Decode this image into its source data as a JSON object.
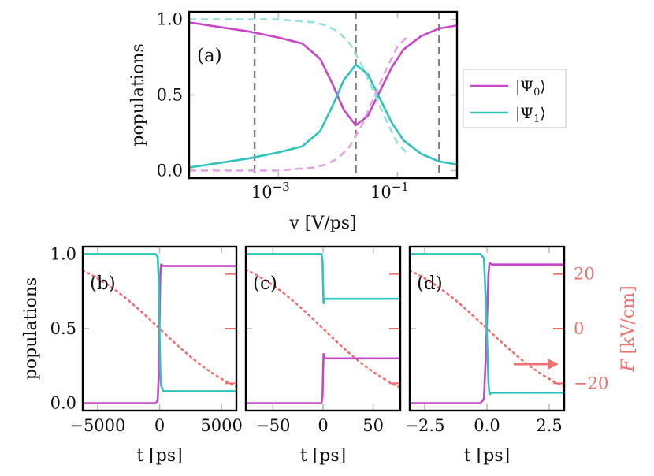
{
  "colors": {
    "psi0": "#c846c8",
    "psi1": "#2ec4bc",
    "psi0_light": "#e3a3e3",
    "psi1_light": "#97e0dc",
    "field": "#f07070",
    "vline": "#7a7a7a"
  },
  "chart_data": [
    {
      "id": "a",
      "type": "line",
      "panel_label": "(a)",
      "xlabel": "v [V/ps]",
      "ylabel": "populations",
      "xscale": "log",
      "xlim_log10": [
        -4.5,
        0.0
      ],
      "ylim": [
        -0.05,
        1.05
      ],
      "xticks": [
        {
          "exp": -3,
          "label_base": "10",
          "label_exp": "−3"
        },
        {
          "exp": -1,
          "label_base": "10",
          "label_exp": "−1"
        }
      ],
      "yticks": [
        {
          "value": 0.0,
          "label": "0.0"
        },
        {
          "value": 0.5,
          "label": "0.5"
        },
        {
          "value": 1.0,
          "label": "1.0"
        }
      ],
      "vlines_log10": [
        -3.4,
        -1.7,
        -0.3
      ],
      "legend": {
        "position": "outside-right",
        "entries": [
          {
            "series": "psi0",
            "label_main": "|Ψ",
            "label_sub": "0",
            "label_end": "⟩"
          },
          {
            "series": "psi1",
            "label_main": "|Ψ",
            "label_sub": "1",
            "label_end": "⟩"
          }
        ]
      },
      "series": [
        {
          "key": "psi0",
          "style": "solid",
          "x_log10": [
            -4.5,
            -4.0,
            -3.5,
            -3.0,
            -2.6,
            -2.3,
            -2.1,
            -1.9,
            -1.7,
            -1.5,
            -1.3,
            -1.1,
            -0.9,
            -0.6,
            -0.3,
            0.0
          ],
          "y": [
            0.98,
            0.95,
            0.92,
            0.88,
            0.84,
            0.74,
            0.58,
            0.4,
            0.3,
            0.36,
            0.52,
            0.68,
            0.8,
            0.89,
            0.94,
            0.96
          ]
        },
        {
          "key": "psi1",
          "style": "solid",
          "x_log10": [
            -4.5,
            -4.0,
            -3.5,
            -3.0,
            -2.6,
            -2.3,
            -2.1,
            -1.9,
            -1.7,
            -1.5,
            -1.3,
            -1.1,
            -0.9,
            -0.6,
            -0.3,
            0.0
          ],
          "y": [
            0.02,
            0.05,
            0.08,
            0.12,
            0.16,
            0.26,
            0.42,
            0.6,
            0.7,
            0.64,
            0.48,
            0.32,
            0.2,
            0.11,
            0.06,
            0.04
          ]
        },
        {
          "key": "psi0_adiabatic",
          "style": "dashed",
          "x_log10": [
            -4.5,
            -3.0,
            -2.4,
            -2.2,
            -2.0,
            -1.8,
            -1.6,
            -1.4,
            -1.2,
            -1.0,
            -0.8
          ],
          "y": [
            0.0,
            0.0,
            0.02,
            0.04,
            0.08,
            0.16,
            0.3,
            0.48,
            0.66,
            0.82,
            0.9
          ]
        },
        {
          "key": "psi1_adiabatic",
          "style": "dashed",
          "x_log10": [
            -4.5,
            -3.0,
            -2.4,
            -2.2,
            -2.0,
            -1.8,
            -1.6,
            -1.4,
            -1.2,
            -1.0,
            -0.8
          ],
          "y": [
            1.0,
            1.0,
            0.98,
            0.96,
            0.92,
            0.84,
            0.7,
            0.52,
            0.34,
            0.18,
            0.1
          ]
        }
      ]
    },
    {
      "id": "b",
      "type": "line",
      "panel_label": "(b)",
      "xlabel": "t [ps]",
      "ylabel": "populations",
      "xlim": [
        -6200,
        6200
      ],
      "ylim": [
        -0.05,
        1.05
      ],
      "xticks": [
        {
          "value": -5000,
          "label": "−5000"
        },
        {
          "value": 0,
          "label": "0"
        },
        {
          "value": 5000,
          "label": "5000"
        }
      ],
      "yticks": [
        {
          "value": 0.0,
          "label": "0.0"
        },
        {
          "value": 0.5,
          "label": "0.5"
        },
        {
          "value": 1.0,
          "label": "1.0"
        }
      ],
      "field_scale": 7000,
      "series": [
        {
          "key": "psi0",
          "x": [
            -6200,
            -300,
            -150,
            -60,
            0,
            60,
            120,
            300,
            6200
          ],
          "y": [
            0.0,
            0.0,
            0.02,
            0.2,
            0.55,
            0.86,
            0.93,
            0.92,
            0.92
          ]
        },
        {
          "key": "psi1",
          "x": [
            -6200,
            -300,
            -150,
            -60,
            0,
            60,
            120,
            300,
            6200
          ],
          "y": [
            1.0,
            1.0,
            0.98,
            0.8,
            0.45,
            0.22,
            0.12,
            0.08,
            0.08
          ]
        }
      ]
    },
    {
      "id": "c",
      "type": "line",
      "panel_label": "(c)",
      "xlabel": "t [ps]",
      "xlim": [
        -77,
        77
      ],
      "ylim": [
        -0.05,
        1.05
      ],
      "xticks": [
        {
          "value": -50,
          "label": "−50"
        },
        {
          "value": 0,
          "label": "0"
        },
        {
          "value": 50,
          "label": "50"
        }
      ],
      "yticks": [
        {
          "value": 0.0
        },
        {
          "value": 0.5
        },
        {
          "value": 1.0
        }
      ],
      "field_scale": 85,
      "series": [
        {
          "key": "psi0",
          "x": [
            -77,
            -1.5,
            -0.5,
            0,
            0.5,
            1.5,
            77
          ],
          "y": [
            0.0,
            0.0,
            0.05,
            0.2,
            0.33,
            0.3,
            0.3
          ]
        },
        {
          "key": "psi1",
          "x": [
            -77,
            -1.5,
            -0.5,
            0,
            0.5,
            1.5,
            77
          ],
          "y": [
            1.0,
            1.0,
            0.95,
            0.8,
            0.67,
            0.7,
            0.7
          ]
        }
      ]
    },
    {
      "id": "d",
      "type": "line",
      "panel_label": "(d)",
      "xlabel": "t [ps]",
      "xlim": [
        -3.1,
        3.1
      ],
      "ylim": [
        -0.05,
        1.05
      ],
      "xticks": [
        {
          "value": -2.5,
          "label": "−2.5"
        },
        {
          "value": 0.0,
          "label": "0.0"
        },
        {
          "value": 2.5,
          "label": "2.5"
        }
      ],
      "yticks": [
        {
          "value": 0.0
        },
        {
          "value": 0.5
        },
        {
          "value": 1.0
        }
      ],
      "field_scale": 3.5,
      "right_axis": {
        "label_main": "F",
        "label_unit": " [kV/cm]",
        "ylim": [
          -30,
          30
        ],
        "ticks": [
          {
            "value": 20,
            "label": "20"
          },
          {
            "value": 0,
            "label": "0"
          },
          {
            "value": -20,
            "label": "−20"
          }
        ]
      },
      "series": [
        {
          "key": "psi0",
          "x": [
            -3.1,
            -0.25,
            -0.12,
            -0.05,
            0,
            0.06,
            0.1,
            0.2,
            3.1
          ],
          "y": [
            0.0,
            0.0,
            0.03,
            0.3,
            0.55,
            0.86,
            0.94,
            0.93,
            0.93
          ]
        },
        {
          "key": "psi1",
          "x": [
            -3.1,
            -0.25,
            -0.12,
            -0.05,
            0,
            0.06,
            0.1,
            0.2,
            3.1
          ],
          "y": [
            1.0,
            1.0,
            0.97,
            0.7,
            0.45,
            0.14,
            0.06,
            0.07,
            0.07
          ]
        }
      ]
    }
  ]
}
